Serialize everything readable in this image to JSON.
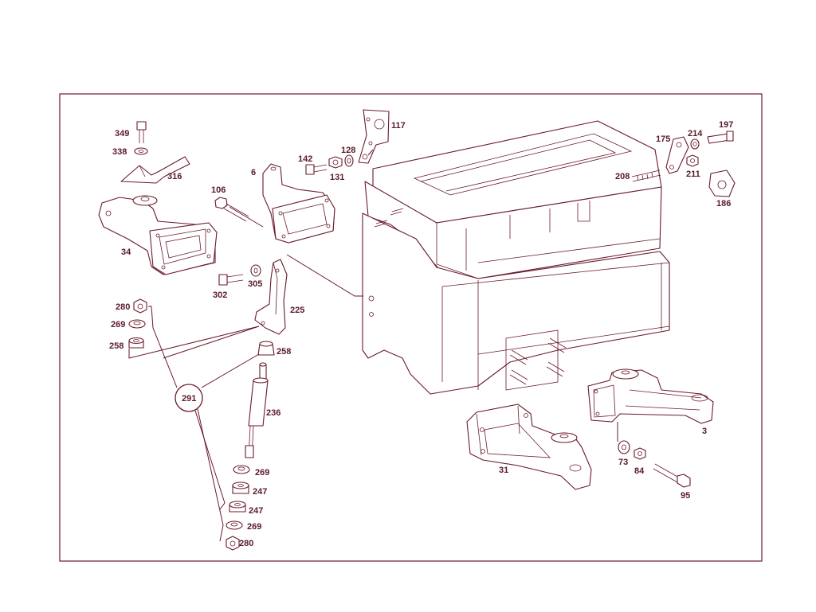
{
  "colors": {
    "ink": "#6a1a2a",
    "label": "#5a1a2a",
    "background": "#ffffff"
  },
  "labels": {
    "p349": "349",
    "p338": "338",
    "p316": "316",
    "p106": "106",
    "p6": "6",
    "p142": "142",
    "p131": "131",
    "p128": "128",
    "p117": "117",
    "p175": "175",
    "p214": "214",
    "p197": "197",
    "p208": "208",
    "p211": "211",
    "p186": "186",
    "p34": "34",
    "p302": "302",
    "p305": "305",
    "p225": "225",
    "p280a": "280",
    "p269a": "269",
    "p258a": "258",
    "p258b": "258",
    "p291": "291",
    "p236": "236",
    "p269b": "269",
    "p247a": "247",
    "p247b": "247",
    "p269c": "269",
    "p280b": "280",
    "p31": "31",
    "p3": "3",
    "p73": "73",
    "p84": "84",
    "p95": "95"
  }
}
